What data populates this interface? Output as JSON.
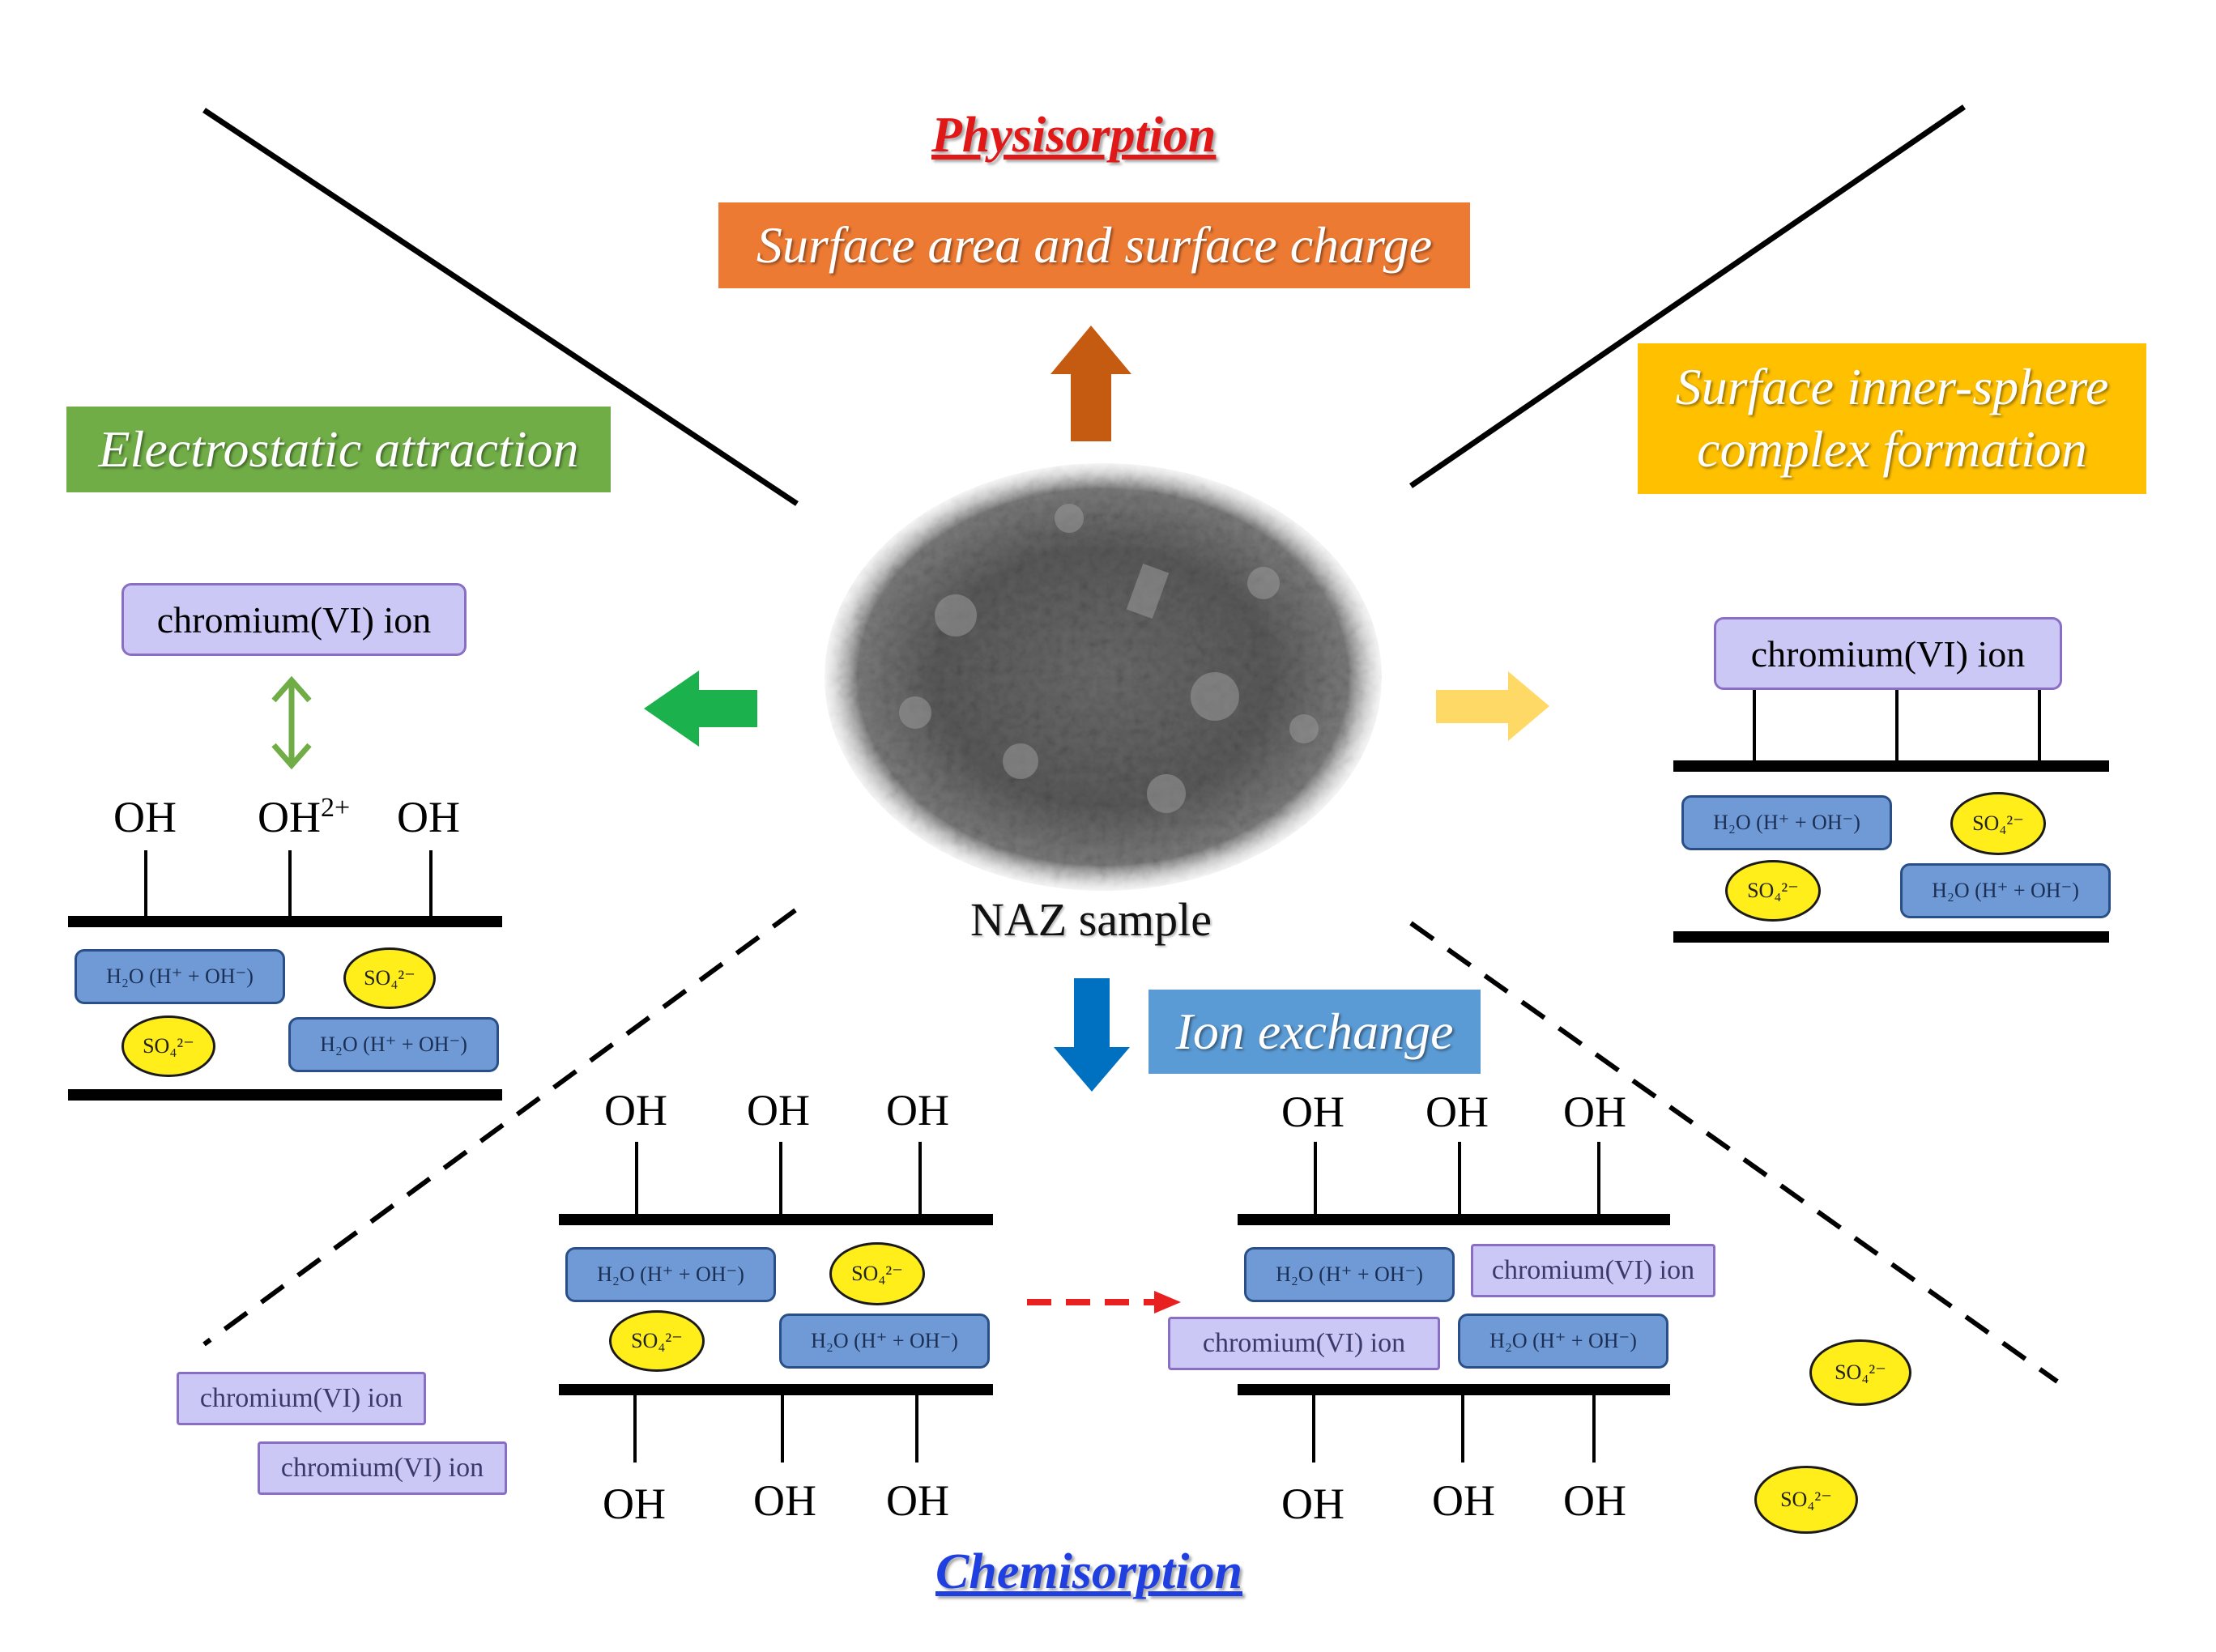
{
  "titles": {
    "physisorption": "Physisorption",
    "chemisorption": "Chemisorption"
  },
  "mechanisms": {
    "surface_area": "Surface area and surface charge",
    "electrostatic": "Electrostatic attraction",
    "inner_sphere_line1": "Surface inner-sphere",
    "inner_sphere_line2": "complex formation",
    "ion_exchange": "Ion exchange"
  },
  "center": {
    "label": "NAZ sample"
  },
  "labels": {
    "oh": "OH",
    "oh2_base": "OH",
    "oh2_sup": "2+",
    "chromium": "chromium(VI) ion",
    "h2o": "H₂O (H⁺ + OH⁻)",
    "so4": "SO₄²⁻"
  },
  "colors": {
    "physisorption_title": "#e01818",
    "chemisorption_title": "#1f3fe0",
    "surface_area_box": "#ed7a33",
    "electrostatic_box": "#70ad47",
    "inner_sphere_box": "#ffc000",
    "ion_exchange_box": "#5b9bd5",
    "arrow_up": "#c55a11",
    "arrow_left": "#1bb14c",
    "arrow_right": "#ffd966",
    "arrow_down": "#0070c0",
    "exchange_arrow": "#e82020",
    "chromium_box": "#ccc8f6",
    "h2o_box": "#6f9ad6",
    "so4_ellipse": "#ffee1a"
  }
}
